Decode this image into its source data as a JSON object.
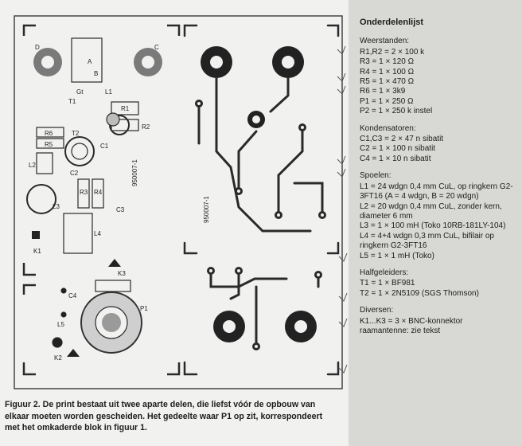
{
  "figure": {
    "left_labels": [
      "D",
      "A",
      "B",
      "Gt",
      "T1",
      "L1",
      "R1",
      "R6",
      "R5",
      "R2",
      "C1",
      "L2",
      "C2",
      "R3",
      "R4",
      "L3",
      "C3",
      "L4",
      "K1",
      "C4",
      "K3",
      "L5",
      "P1",
      "K2",
      "C",
      "T2",
      "950007-1"
    ],
    "right_label": "950007-1"
  },
  "caption": {
    "text": "Figuur 2. De print bestaat uit twee aparte delen, die liefst vóór de opbouw van elkaar moeten worden gescheiden. Het gedeelte waar P1 op zit, korrespondeert met het omkaderde blok in figuur 1."
  },
  "parts_list": {
    "title": "Onderdelenlijst",
    "groups": [
      {
        "heading": "Weerstanden:",
        "items": [
          "R1,R2 = 2 × 100 k",
          "R3 = 1 × 120 Ω",
          "R4 = 1 × 100 Ω",
          "R5 = 1 × 470 Ω",
          "R6 = 1 × 3k9",
          "P1 = 1 × 250 Ω",
          "P2 = 1 × 250 k instel"
        ]
      },
      {
        "heading": "Kondensatoren:",
        "items": [
          "C1,C3 = 2 × 47 n sibatit",
          "C2 = 1 × 100 n sibatit",
          "C4 = 1 × 10 n sibatit"
        ]
      },
      {
        "heading": "Spoelen:",
        "items": [
          "L1 = 24 wdgn 0,4 mm CuL, op ringkern G2-3FT16 (A = 4 wdgn, B = 20 wdgn)",
          "L2 = 20 wdgn 0,4 mm CuL, zonder kern, diameter 6 mm",
          "L3 = 1 × 100 mH (Toko 10RB-181LY-104)",
          "L4 = 4+4 wdgn 0,3 mm CuL, bifilair op ringkern G2-3FT16",
          "L5 = 1 × 1 mH (Toko)"
        ]
      },
      {
        "heading": "Halfgeleiders:",
        "items": [
          "T1 = 1 × BF981",
          "T2 = 1 × 2N5109 (SGS Thomson)"
        ]
      },
      {
        "heading": "Diversen:",
        "items": [
          "K1...K3 = 3 × BNC-konnektor",
          "raamantenne: zie tekst"
        ]
      }
    ]
  }
}
